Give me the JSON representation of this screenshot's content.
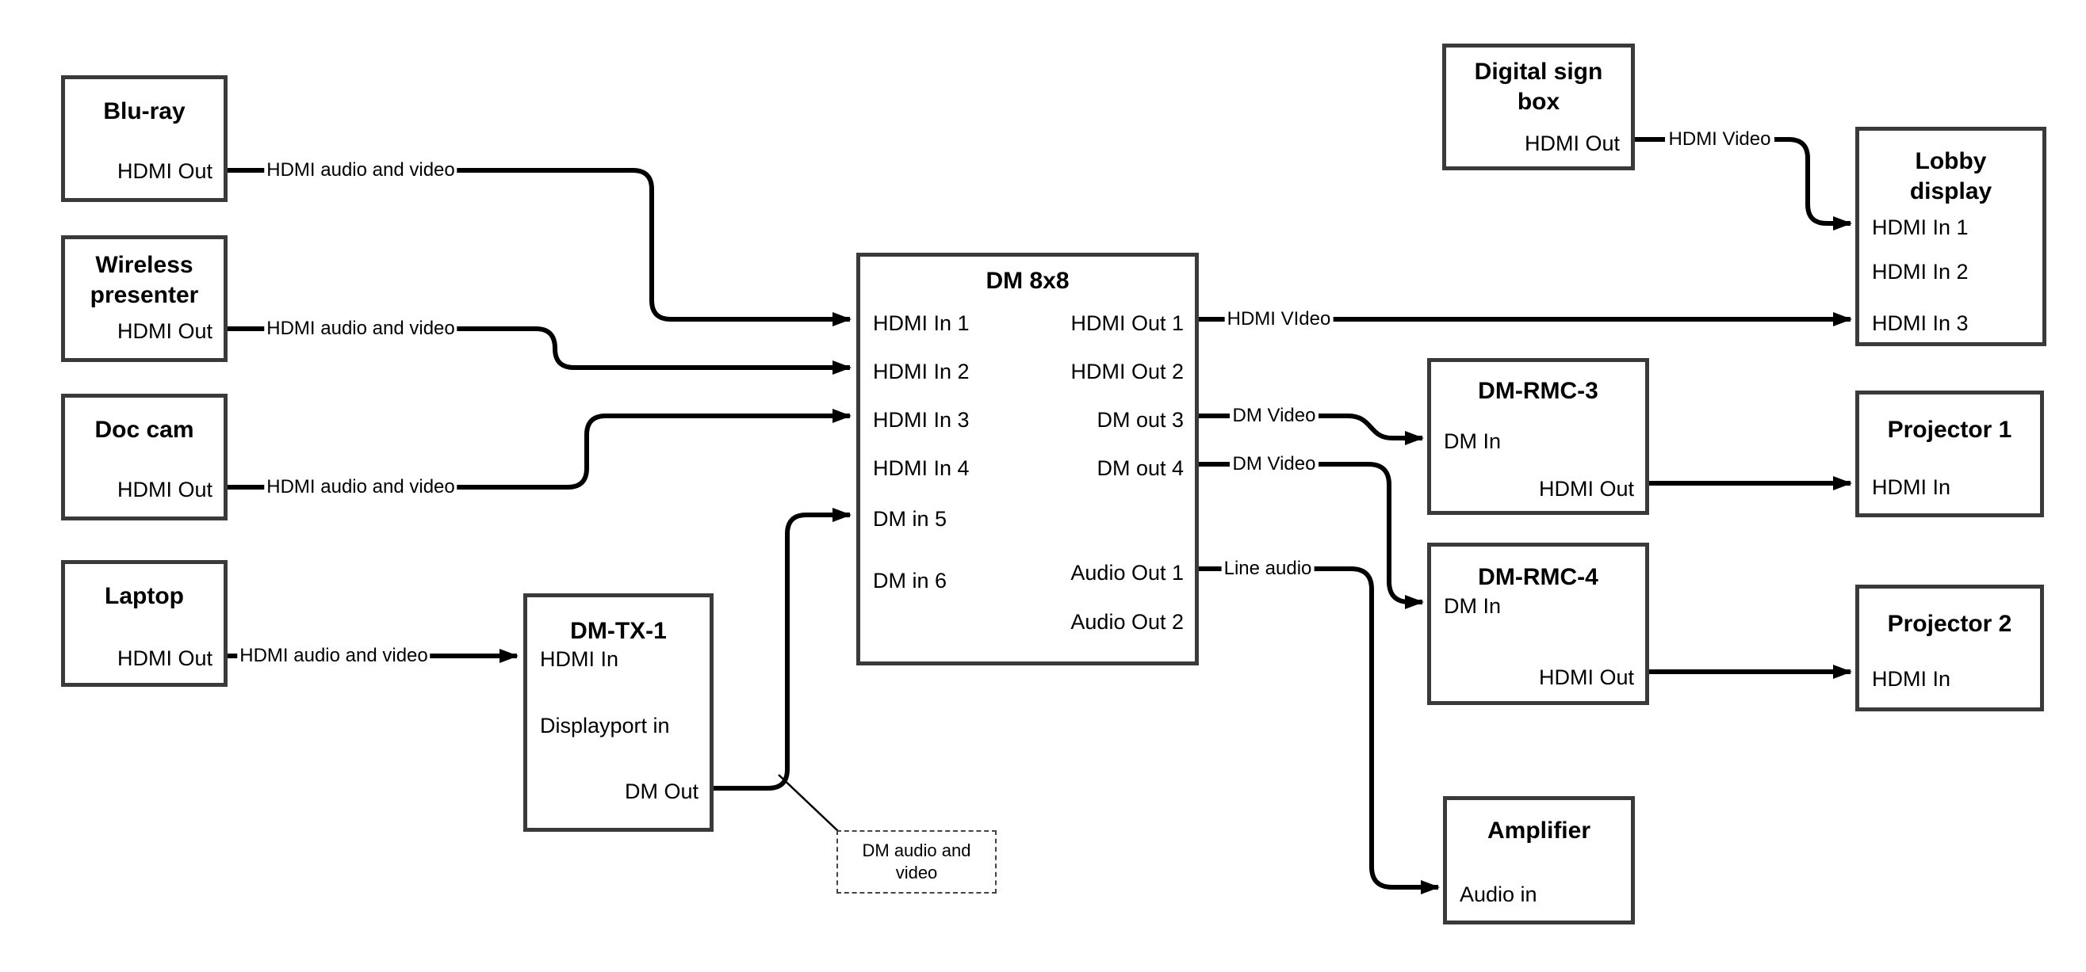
{
  "canvas": {
    "background": "#ffffff",
    "line_color": "#000000",
    "box_border_color": "#3a3a3a",
    "text_color": "#000000"
  },
  "nodes": {
    "bluray": {
      "title": "Blu-ray",
      "ports": {
        "hdmi_out": "HDMI Out"
      }
    },
    "wireless_presenter": {
      "title": "Wireless\npresenter",
      "ports": {
        "hdmi_out": "HDMI Out"
      }
    },
    "doc_cam": {
      "title": "Doc cam",
      "ports": {
        "hdmi_out": "HDMI Out"
      }
    },
    "laptop": {
      "title": "Laptop",
      "ports": {
        "hdmi_out": "HDMI Out"
      }
    },
    "dm_tx_1": {
      "title": "DM-TX-1",
      "ports": {
        "hdmi_in": "HDMI In",
        "displayport_in": "Displayport in",
        "dm_out": "DM Out"
      }
    },
    "dm_8x8": {
      "title": "DM 8x8",
      "ports": {
        "hdmi_in_1": "HDMI In 1",
        "hdmi_in_2": "HDMI In 2",
        "hdmi_in_3": "HDMI In 3",
        "hdmi_in_4": "HDMI In 4",
        "dm_in_5": "DM in 5",
        "dm_in_6": "DM in 6",
        "hdmi_out_1": "HDMI Out 1",
        "hdmi_out_2": "HDMI Out 2",
        "dm_out_3": "DM out 3",
        "dm_out_4": "DM out 4",
        "audio_out_1": "Audio Out 1",
        "audio_out_2": "Audio Out 2"
      }
    },
    "digital_sign_box": {
      "title": "Digital sign\nbox",
      "ports": {
        "hdmi_out": "HDMI Out"
      }
    },
    "lobby_display": {
      "title": "Lobby\ndisplay",
      "ports": {
        "hdmi_in_1": "HDMI In 1",
        "hdmi_in_2": "HDMI In 2",
        "hdmi_in_3": "HDMI In 3"
      }
    },
    "dm_rmc_3": {
      "title": "DM-RMC-3",
      "ports": {
        "dm_in": "DM In",
        "hdmi_out": "HDMI Out"
      }
    },
    "projector_1": {
      "title": "Projector 1",
      "ports": {
        "hdmi_in": "HDMI In"
      }
    },
    "dm_rmc_4": {
      "title": "DM-RMC-4",
      "ports": {
        "dm_in": "DM In",
        "hdmi_out": "HDMI Out"
      }
    },
    "projector_2": {
      "title": "Projector 2",
      "ports": {
        "hdmi_in": "HDMI In"
      }
    },
    "amplifier": {
      "title": "Amplifier",
      "ports": {
        "audio_in": "Audio in"
      }
    }
  },
  "edges": {
    "bluray_to_dm8x8": {
      "label": "HDMI audio and video"
    },
    "wireless_to_dm8x8": {
      "label": "HDMI audio and video"
    },
    "doccam_to_dm8x8": {
      "label": "HDMI audio and video"
    },
    "laptop_to_dmtx1": {
      "label": "HDMI audio and video"
    },
    "dm8x8_out1_to_lobby": {
      "label": "HDMI VIdeo"
    },
    "digitalsign_to_lobby": {
      "label": "HDMI Video"
    },
    "dm8x8_out3_to_rmc3": {
      "label": "DM Video"
    },
    "dm8x8_out4_to_rmc4": {
      "label": "DM Video"
    },
    "dm8x8_audio1_to_amp": {
      "label": "Line audio"
    }
  },
  "callout": {
    "text": "DM audio and\nvideo"
  }
}
